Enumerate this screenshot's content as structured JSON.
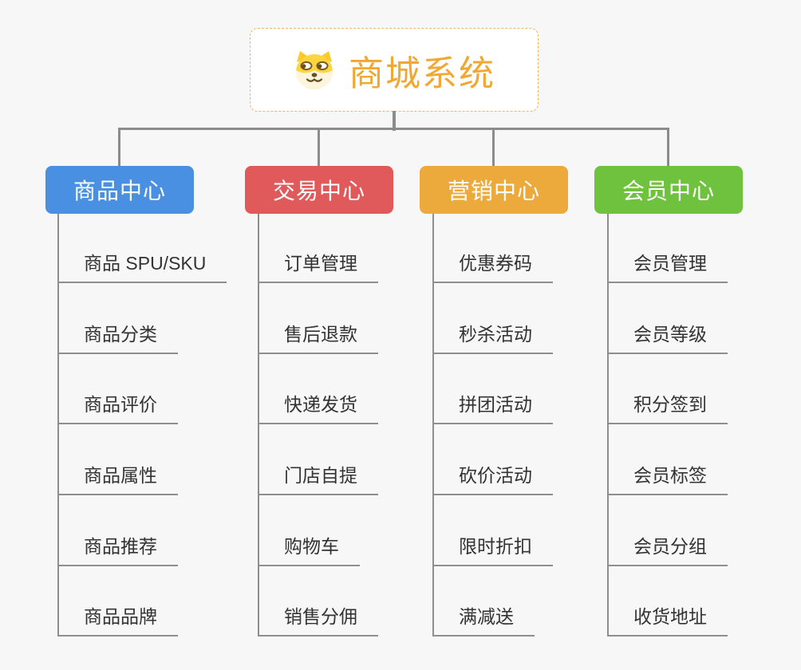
{
  "root": {
    "title": "商城系统",
    "icon": "dog-face-icon",
    "accent_color": "#F0A832"
  },
  "branches": [
    {
      "label": "商品中心",
      "color": "#4A90E2",
      "items": [
        "商品 SPU/SKU",
        "商品分类",
        "商品评价",
        "商品属性",
        "商品推荐",
        "商品品牌"
      ]
    },
    {
      "label": "交易中心",
      "color": "#E05A5C",
      "items": [
        "订单管理",
        "售后退款",
        "快递发货",
        "门店自提",
        "购物车",
        "销售分佣"
      ]
    },
    {
      "label": "营销中心",
      "color": "#ECAA3D",
      "items": [
        "优惠券码",
        "秒杀活动",
        "拼团活动",
        "砍价活动",
        "限时折扣",
        "满减送"
      ]
    },
    {
      "label": "会员中心",
      "color": "#6FC23D",
      "items": [
        "会员管理",
        "会员等级",
        "积分签到",
        "会员标签",
        "会员分组",
        "收货地址"
      ]
    }
  ],
  "connector_color": "#8C8C8C"
}
